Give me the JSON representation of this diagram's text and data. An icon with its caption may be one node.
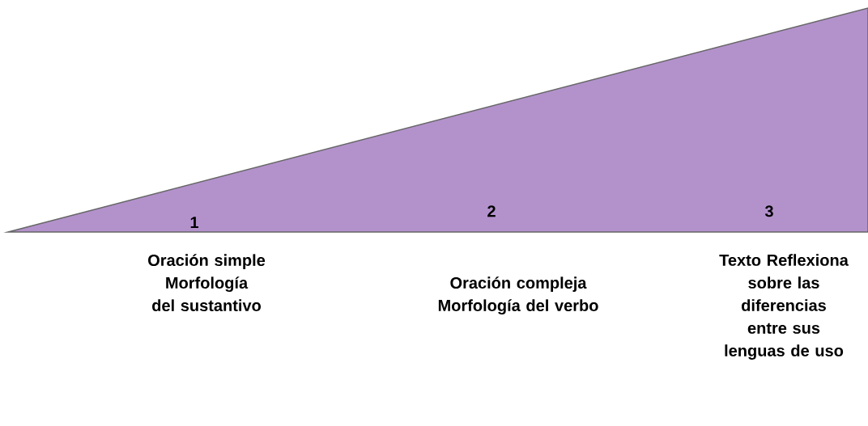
{
  "diagram": {
    "labels": [
      "1",
      "2",
      "3",
      "Oración simple Morfología del sustantivo",
      "Oración compleja Morfología del verbo",
      "Texto Reflexiona sobre las diferencias entre sus lenguas de uso"
    ]
  }
}
